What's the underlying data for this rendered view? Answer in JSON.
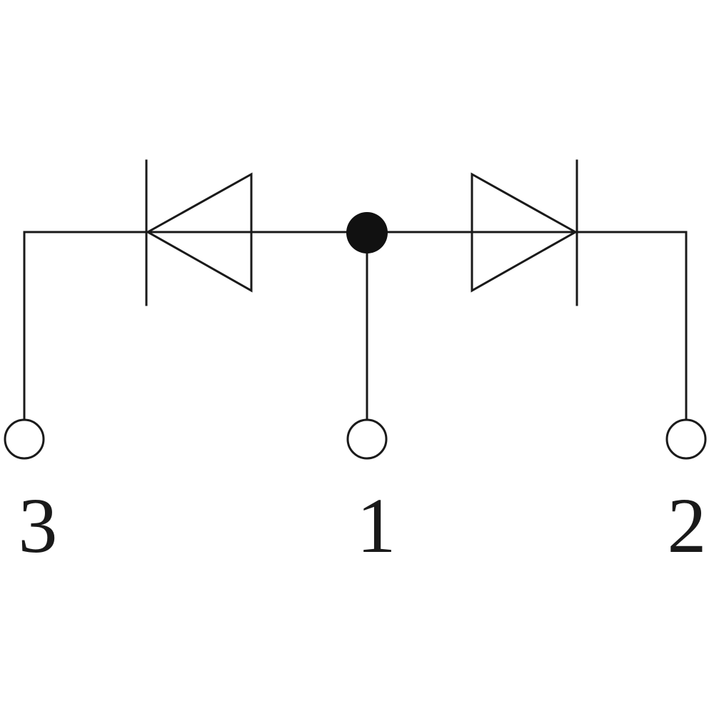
{
  "diagram": {
    "pins": [
      {
        "id": "pin-3",
        "label": "3"
      },
      {
        "id": "pin-1",
        "label": "1"
      },
      {
        "id": "pin-2",
        "label": "2"
      }
    ]
  }
}
